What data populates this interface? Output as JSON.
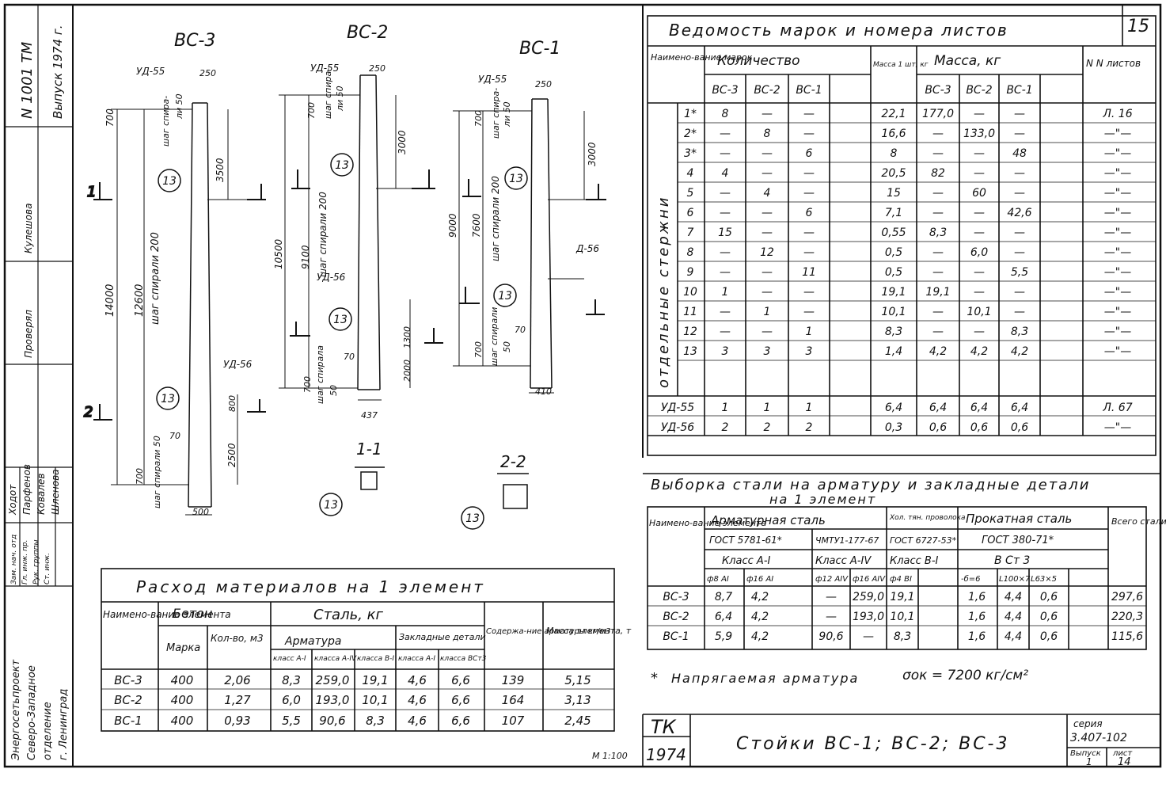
{
  "sheet_number": "15",
  "bottom_scale": "М 1:100",
  "left_strip": {
    "project_no": "N 1001 ТМ",
    "issue": "Выпуск 1974 г.",
    "org": [
      "Энергосетьпроект",
      "Северо-Западное",
      "отделение",
      "г. Ленинград"
    ],
    "roles": [
      "Зам. нач. отд",
      "Гл. инж. пр.",
      "Рук. группы",
      "Ст. инж."
    ],
    "names": [
      "Ходот",
      "Парфенов",
      "Ковалев",
      "Шленова"
    ],
    "sig_labels": [
      "Кулешова",
      "Проверял"
    ]
  },
  "drawing": {
    "columns": [
      {
        "title": "ВС-3",
        "top_det": "УД-55",
        "bot_det": "УД-56",
        "width_top": "250",
        "width_bot": "500",
        "dims": [
          "700",
          "шаг спира-",
          "ли 50",
          "3500",
          "14000",
          "12600",
          "шаг спирали 200",
          "800",
          "2500",
          "700",
          "шаг спирали 50",
          "70"
        ]
      },
      {
        "title": "ВС-2",
        "top_det": "УД-55",
        "mid_det": "УД-56",
        "width_top": "250",
        "width_bot": "437",
        "dims": [
          "700",
          "шаг спира-",
          "ли 50",
          "3000",
          "9100",
          "шаг спирали 200",
          "10500",
          "1300",
          "2000",
          "700",
          "шаг спирала",
          "50",
          "70"
        ]
      },
      {
        "title": "ВС-1",
        "top_det": "УД-55",
        "mid_det": "Д-56",
        "width_top": "250",
        "width_bot": "410",
        "dims": [
          "700",
          "шаг спира-",
          "ли 50",
          "3000",
          "9000",
          "7600",
          "шаг спирали 200",
          "70",
          "700",
          "шаг спирали",
          "50"
        ]
      }
    ],
    "marker": "13",
    "sections": [
      "1-1",
      "2-2"
    ],
    "section_marks": {
      "one": "1",
      "two": "2"
    }
  },
  "vedomost": {
    "title": "Ведомость марок и номера листов",
    "h_name": "Наимено-вание марок",
    "h_qty": "Количество",
    "h_mass1": "Масса 1 шт, кг",
    "h_mass": "Масса, кг",
    "h_sheets": "N N листов",
    "cols": [
      "ВС-3",
      "ВС-2",
      "ВС-1"
    ],
    "group_label": "отдельные стержни",
    "rows": [
      [
        "1*",
        "8",
        "—",
        "—",
        "22,1",
        "177,0",
        "—",
        "—",
        "Л. 16"
      ],
      [
        "2*",
        "—",
        "8",
        "—",
        "16,6",
        "—",
        "133,0",
        "—",
        "—\"—"
      ],
      [
        "3*",
        "—",
        "—",
        "6",
        "8",
        "—",
        "—",
        "48",
        "—\"—"
      ],
      [
        "4",
        "4",
        "—",
        "—",
        "20,5",
        "82",
        "—",
        "—",
        "—\"—"
      ],
      [
        "5",
        "—",
        "4",
        "—",
        "15",
        "—",
        "60",
        "—",
        "—\"—"
      ],
      [
        "6",
        "—",
        "—",
        "6",
        "7,1",
        "—",
        "—",
        "42,6",
        "—\"—"
      ],
      [
        "7",
        "15",
        "—",
        "—",
        "0,55",
        "8,3",
        "—",
        "—",
        "—\"—"
      ],
      [
        "8",
        "—",
        "12",
        "—",
        "0,5",
        "—",
        "6,0",
        "—",
        "—\"—"
      ],
      [
        "9",
        "—",
        "—",
        "11",
        "0,5",
        "—",
        "—",
        "5,5",
        "—\"—"
      ],
      [
        "10",
        "1",
        "—",
        "—",
        "19,1",
        "19,1",
        "—",
        "—",
        "—\"—"
      ],
      [
        "11",
        "—",
        "1",
        "—",
        "10,1",
        "—",
        "10,1",
        "—",
        "—\"—"
      ],
      [
        "12",
        "—",
        "—",
        "1",
        "8,3",
        "—",
        "—",
        "8,3",
        "—\"—"
      ],
      [
        "13",
        "3",
        "3",
        "3",
        "1,4",
        "4,2",
        "4,2",
        "4,2",
        "—\"—"
      ]
    ],
    "ud_rows": [
      [
        "УД-55",
        "1",
        "1",
        "1",
        "6,4",
        "6,4",
        "6,4",
        "6,4",
        "Л. 67"
      ],
      [
        "УД-56",
        "2",
        "2",
        "2",
        "0,3",
        "0,6",
        "0,6",
        "0,6",
        "—\"—"
      ]
    ]
  },
  "vyborka": {
    "title1": "Выборка стали на арматуру и закладные детали",
    "title2": "на 1 элемент",
    "h_name": "Наимено-вание элемента",
    "h_arm": "Арматурная сталь",
    "h_wire": "Хол. тян. проволока",
    "h_rolled": "Прокатная сталь",
    "h_total": "Всего стали, кг",
    "gost1": "ГОСТ 5781-61*",
    "gost2": "ЧМТУ1-177-67",
    "gost3": "ГОСТ 6727-53*",
    "gost4": "ГОСТ 380-71*",
    "class1": "Класс А-I",
    "class2": "Класс А-IV",
    "class3": "Класс В-I",
    "class4": "В Ст 3",
    "subs": [
      "ф8 АI",
      "ф16 АI",
      "ф12 АIV",
      "ф16 АIV",
      "ф4 ВI",
      "-б=6",
      "L100×7",
      "L63×5"
    ],
    "rows": [
      [
        "ВС-3",
        "8,7",
        "4,2",
        "—",
        "259,0",
        "19,1",
        "1,6",
        "4,4",
        "0,6",
        "297,6"
      ],
      [
        "ВС-2",
        "6,4",
        "4,2",
        "—",
        "193,0",
        "10,1",
        "1,6",
        "4,4",
        "0,6",
        "220,3"
      ],
      [
        "ВС-1",
        "5,9",
        "4,2",
        "90,6",
        "—",
        "8,3",
        "1,6",
        "4,4",
        "0,6",
        "115,6"
      ]
    ]
  },
  "note": {
    "star": "*",
    "text": "Напрягаемая арматура",
    "formula": "σок = 7200 кг/см²"
  },
  "rashod": {
    "title": "Расход материалов на 1 элемент",
    "h_name": "Наимено-вание элемента",
    "h_concrete": "Бетон",
    "h_steel": "Сталь, кг",
    "h_brand": "Марка",
    "h_vol": "Кол-во, м3",
    "h_arm": "Арматура",
    "h_emb": "Закладные детали",
    "h_content": "Содержа-ние арматуры кг/м3",
    "h_mass": "Масса элемента, т",
    "subs": [
      "класс А-I",
      "класса А-IV",
      "класса В-I",
      "класса А-I",
      "класса ВСт3"
    ],
    "rows": [
      [
        "ВС-3",
        "400",
        "2,06",
        "8,3",
        "259,0",
        "19,1",
        "4,6",
        "6,6",
        "139",
        "5,15"
      ],
      [
        "ВС-2",
        "400",
        "1,27",
        "6,0",
        "193,0",
        "10,1",
        "4,6",
        "6,6",
        "164",
        "3,13"
      ],
      [
        "ВС-1",
        "400",
        "0,93",
        "5,5",
        "90,6",
        "8,3",
        "4,6",
        "6,6",
        "107",
        "2,45"
      ]
    ]
  },
  "title_block": {
    "org": "ТК",
    "year": "1974",
    "name": "Стойки ВС-1; ВС-2; ВС-3",
    "series_label": "серия",
    "series": "3.407-102",
    "issue_label": "Выпуск",
    "issue": "1",
    "sheet_label": "лист",
    "sheet": "14"
  }
}
